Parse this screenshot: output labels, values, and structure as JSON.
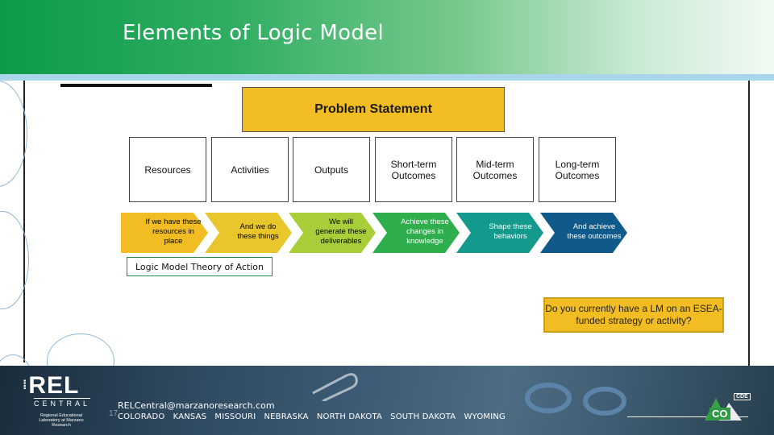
{
  "header": {
    "title": "Elements of Logic Model"
  },
  "problem_statement": "Problem Statement",
  "columns": [
    {
      "label": "Resources"
    },
    {
      "label": "Activities"
    },
    {
      "label": "Outputs"
    },
    {
      "label": "Short-term Outcomes"
    },
    {
      "label": "Mid-term Outcomes"
    },
    {
      "label": "Long-term Outcomes"
    }
  ],
  "chevrons": [
    {
      "text": "If we have these resources in place",
      "color": "#f2bd22"
    },
    {
      "text": "And we do these things",
      "color": "#e9c62c"
    },
    {
      "text": "We will generate these deliverables",
      "color": "#a8cf3a"
    },
    {
      "text": "Achieve these changes in knowledge",
      "color": "#2fae4e"
    },
    {
      "text": "Shape these behaviors",
      "color": "#149a8c"
    },
    {
      "text": "And achieve these outcomes",
      "color": "#0f5a8a"
    }
  ],
  "theory_label": "Logic Model Theory of Action",
  "question": "Do you currently have a LM on an ESEA-funded strategy or activity?",
  "footer": {
    "logo_text": "REL",
    "logo_sub": "CENTRAL",
    "logo_caption": "Regional Educational Laboratory at Marzano Research",
    "email": "RELCentral@marzanoresearch.com",
    "page_number": "17",
    "states": "COLORADO   KANSAS   MISSOURI   NEBRASKA   NORTH DAKOTA   SOUTH DAKOTA   WYOMING",
    "co_logo_top": "CDE",
    "co_logo": "CO"
  }
}
